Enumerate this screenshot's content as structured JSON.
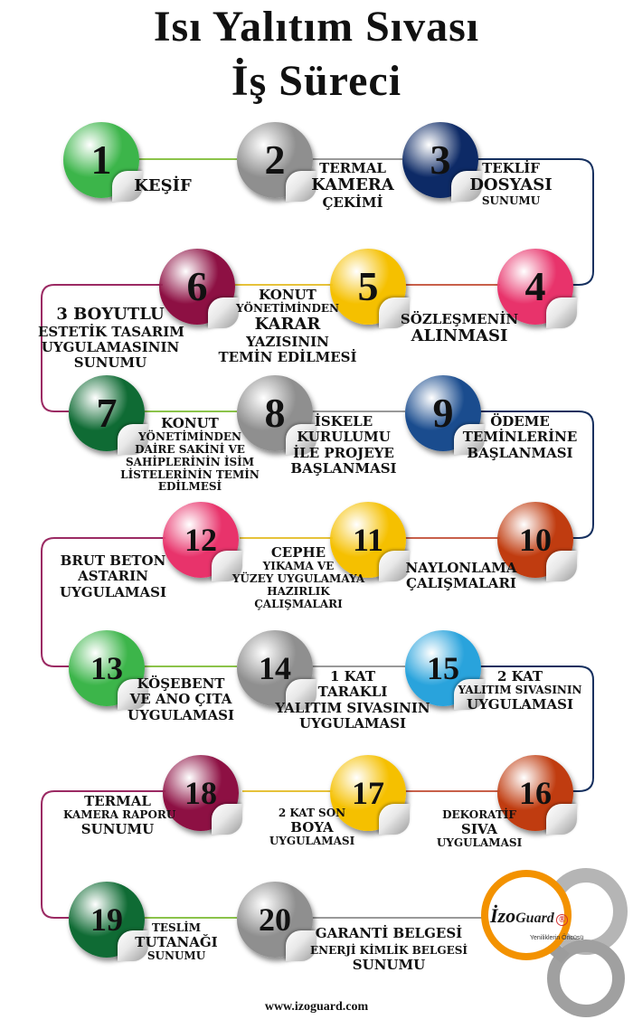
{
  "title": {
    "line1": "Isı Yalıtım Sıvası",
    "line2": "İş Süreci"
  },
  "steps": [
    {
      "num": "1",
      "color": "#3cb54a",
      "lines": [
        "KEŞİF"
      ]
    },
    {
      "num": "2",
      "color": "#8f8f8f",
      "lines": [
        "TERMAL",
        "KAMERA",
        "ÇEKİMİ"
      ]
    },
    {
      "num": "3",
      "color": "#0d2a66",
      "lines": [
        "TEKLİF",
        "DOSYASI",
        "SUNUMU"
      ]
    },
    {
      "num": "4",
      "color": "#e8336b",
      "lines": [
        "SÖZLEŞMENİN",
        "ALINMASI"
      ]
    },
    {
      "num": "5",
      "color": "#f5c000",
      "lines": [
        "KONUT",
        "YÖNETİMİNDEN",
        "KARAR",
        "YAZISININ",
        "TEMİN EDİLMESİ"
      ]
    },
    {
      "num": "6",
      "color": "#8d1043",
      "lines": [
        "3 BOYUTLU",
        "ESTETİK TASARIM",
        "UYGULAMASININ",
        "SUNUMU"
      ]
    },
    {
      "num": "7",
      "color": "#0f6b34",
      "lines": [
        "KONUT",
        "YÖNETİMİNDEN",
        "DAİRE SAKİNİ VE",
        "SAHİPLERİNİN İSİM",
        "LİSTELERİNİN TEMİN",
        "EDİLMESİ"
      ]
    },
    {
      "num": "8",
      "color": "#8f8f8f",
      "lines": [
        "İSKELE",
        "KURULUMU",
        "İLE PROJEYE",
        "BAŞLANMASI"
      ]
    },
    {
      "num": "9",
      "color": "#1a4c8e",
      "lines": [
        "ÖDEME",
        "TEMİNLERİNE",
        "BAŞLANMASI"
      ]
    },
    {
      "num": "10",
      "color": "#c03c10",
      "lines": [
        "NAYLONLAMA",
        "ÇALIŞMALARI"
      ]
    },
    {
      "num": "11",
      "color": "#f5c000",
      "lines": [
        "CEPHE",
        "YIKAMA VE",
        "YÜZEY UYGULAMAYA",
        "HAZIRLIK",
        "ÇALIŞMALARI"
      ]
    },
    {
      "num": "12",
      "color": "#e8336b",
      "lines": [
        "BRUT BETON",
        "ASTARIN",
        "UYGULAMASI"
      ]
    },
    {
      "num": "13",
      "color": "#3cb54a",
      "lines": [
        "KÖŞEBENT",
        "VE ANO ÇITA",
        "UYGULAMASI"
      ]
    },
    {
      "num": "14",
      "color": "#8f8f8f",
      "lines": [
        "1 KAT",
        "TARAKLI",
        "YALITIM SIVASININ",
        "UYGULAMASI"
      ]
    },
    {
      "num": "15",
      "color": "#29a3dc",
      "lines": [
        "2 KAT",
        "YALITIM SIVASININ",
        "UYGULAMASI"
      ]
    },
    {
      "num": "16",
      "color": "#c03c10",
      "lines": [
        "DEKORATİF",
        "SIVA",
        "UYGULAMASI"
      ]
    },
    {
      "num": "17",
      "color": "#f5c000",
      "lines": [
        "2 KAT SON",
        "BOYA",
        "UYGULAMASI"
      ]
    },
    {
      "num": "18",
      "color": "#8d1043",
      "lines": [
        "TERMAL",
        "KAMERA RAPORU",
        "SUNUMU"
      ]
    },
    {
      "num": "19",
      "color": "#0f6b34",
      "lines": [
        "TESLİM",
        "TUTANAĞI",
        "SUNUMU"
      ]
    },
    {
      "num": "20",
      "color": "#8f8f8f",
      "lines": [
        "GARANTİ BELGESİ",
        "ENERJİ KİMLİK BELGESİ",
        "SUNUMU"
      ]
    }
  ],
  "logo": {
    "brand_left": "İzo",
    "brand_right": "Guard",
    "mark": "®",
    "tagline": "Yeniliklerin Öncüsü",
    "accent": "#f39200"
  },
  "footer": "www.izoguard.com"
}
